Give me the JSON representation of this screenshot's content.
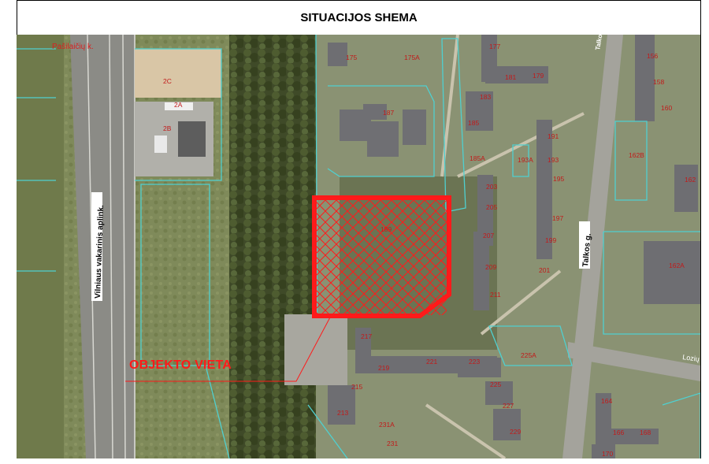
{
  "title": "SITUACIJOS SHEMA",
  "object_label": "OBJEKTO VIETA",
  "streets": {
    "vilnius_bypass": "Vilniaus vakarinis aplink.",
    "talkos_main": "Talkos g.",
    "talkos_top": "Talkos g.",
    "pasilaiciu": "Pašilaičių k.",
    "lozu": "Lozių g."
  },
  "buildings": {
    "b2C": "2C",
    "b2A": "2A",
    "b2B": "2B",
    "b175": "175",
    "b175A": "175A",
    "b177": "177",
    "b181": "181",
    "b179": "179",
    "b183": "183",
    "b185": "185",
    "b185A": "185A",
    "b187": "187",
    "b189": "189",
    "b191": "191",
    "b193": "193",
    "b193A": "193A",
    "b195": "195",
    "b197": "197",
    "b199": "199",
    "b201": "201",
    "b203": "203",
    "b205": "205",
    "b207": "207",
    "b209": "209",
    "b211": "211",
    "b156": "156",
    "b158": "158",
    "b160": "160",
    "b162": "162",
    "b162B": "162B",
    "b162A": "162A",
    "b164": "164",
    "b166": "166",
    "b168": "168",
    "b170": "170",
    "b213": "213",
    "b215": "215",
    "b217": "217",
    "b219": "219",
    "b221": "221",
    "b223": "223",
    "b225": "225",
    "b225A": "225A",
    "b227": "227",
    "b229": "229",
    "b231": "231",
    "b231A": "231A"
  },
  "colors": {
    "highlight": "#ff1a1a",
    "parcel_lines": "#4fd0d0",
    "building_number": "#c21a1a"
  }
}
